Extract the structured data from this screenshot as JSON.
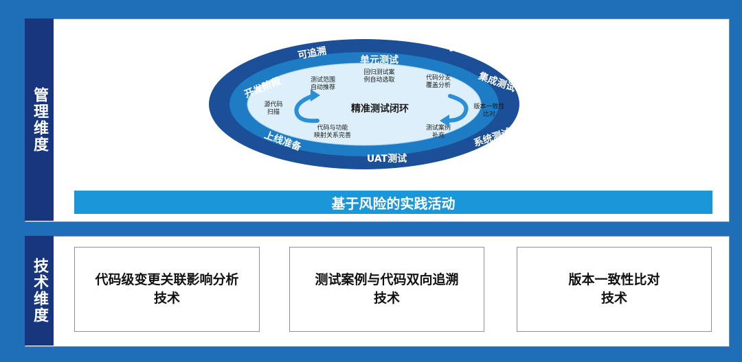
{
  "side_labels": {
    "management": "管理维度",
    "technical": "技术维度"
  },
  "loop": {
    "outer": {
      "traceable": "可追溯",
      "manageable": "可管理"
    },
    "middle": {
      "unit_test": "单元测试",
      "dev_stage": "开发阶段",
      "integration_test": "集成测试",
      "launch_prep": "上线准备",
      "system_test": "系统测试",
      "uat_test": "UAT测试"
    },
    "inner": {
      "center": "精准测试闭环",
      "scope_line1": "测试范围",
      "scope_line2": "自动推荐",
      "regression_line1": "回归测试案",
      "regression_line2": "例自动选取",
      "branch_line1": "代码分支",
      "branch_line2": "覆盖分析",
      "source_line1": "源代码",
      "source_line2": "扫描",
      "version_line1": "版本一致性",
      "version_line2": "比对",
      "mapping_line1": "代码与功能",
      "mapping_line2": "映射关系完善",
      "case_line1": "测试案例",
      "case_line2": "补充"
    }
  },
  "risk_bar": "基于风险的实践活动",
  "tech_boxes": [
    {
      "line1": "代码级变更关联影响分析",
      "line2": "技术"
    },
    {
      "line1": "测试案例与代码双向追溯",
      "line2": "技术"
    },
    {
      "line1": "版本一致性比对",
      "line2": "技术"
    }
  ],
  "colors": {
    "frame": "#1f6fb8",
    "side": "#17367d",
    "bar": "#1a97d8",
    "ellipse_outer": "#1b4f97",
    "ellipse_mid": "#1d7cc4",
    "ellipse_inner": "#ddeffa"
  }
}
